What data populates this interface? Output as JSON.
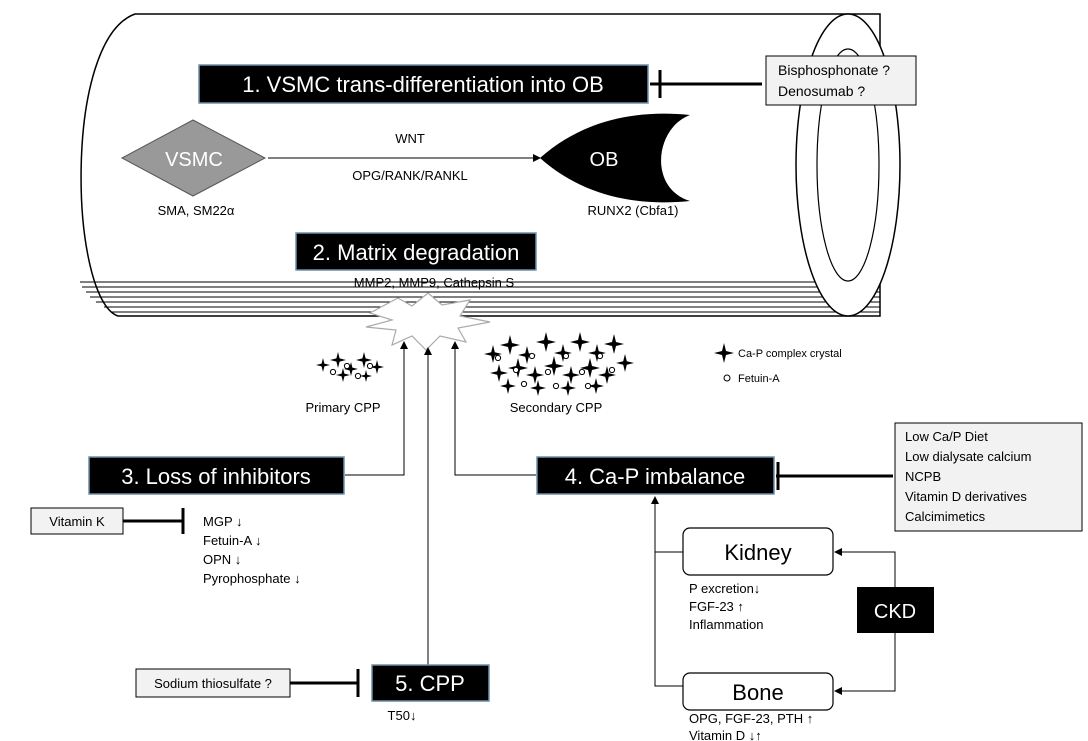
{
  "steps": {
    "s1": "1. VSMC trans-differentiation into OB",
    "s2": "2. Matrix degradation",
    "s3": "3. Loss of inhibitors",
    "s4": "4. Ca-P imbalance",
    "s5": "5. CPP"
  },
  "cells": {
    "vsmc": "VSMC",
    "vsmc_markers": "SMA, SM22α",
    "ob": "OB",
    "ob_markers": "RUNX2 (Cbfa1)",
    "pathway_top": "WNT",
    "pathway_bottom": "OPG/RANK/RANKL"
  },
  "matrix_enzymes": "MMP2, MMP9, Cathepsin S",
  "therapy_ob": [
    "Bisphosphonate ?",
    "Denosumab ?"
  ],
  "therapy_cap": [
    "Low Ca/P Diet",
    "Low dialysate calcium",
    "NCPB",
    "Vitamin D derivatives",
    "Calcimimetics"
  ],
  "vitamin_k": "Vitamin K",
  "sodium_thiosulfate": "Sodium thiosulfate ?",
  "inhibitors": [
    "MGP ↓",
    "Fetuin-A ↓",
    "OPN ↓",
    "Pyrophosphate ↓"
  ],
  "cpp": {
    "primary": "Primary CPP",
    "secondary": "Secondary CPP",
    "t50": "T50↓"
  },
  "legend": {
    "crystal": "Ca-P complex crystal",
    "fetuin": "Fetuin-A"
  },
  "organs": {
    "kidney": "Kidney",
    "kidney_effects": [
      "P excretion↓",
      "FGF-23 ↑",
      "Inflammation"
    ],
    "bone": "Bone",
    "bone_effects": [
      "OPG, FGF-23, PTH ↑",
      "Vitamin D ↓↑"
    ],
    "ckd": "CKD"
  }
}
